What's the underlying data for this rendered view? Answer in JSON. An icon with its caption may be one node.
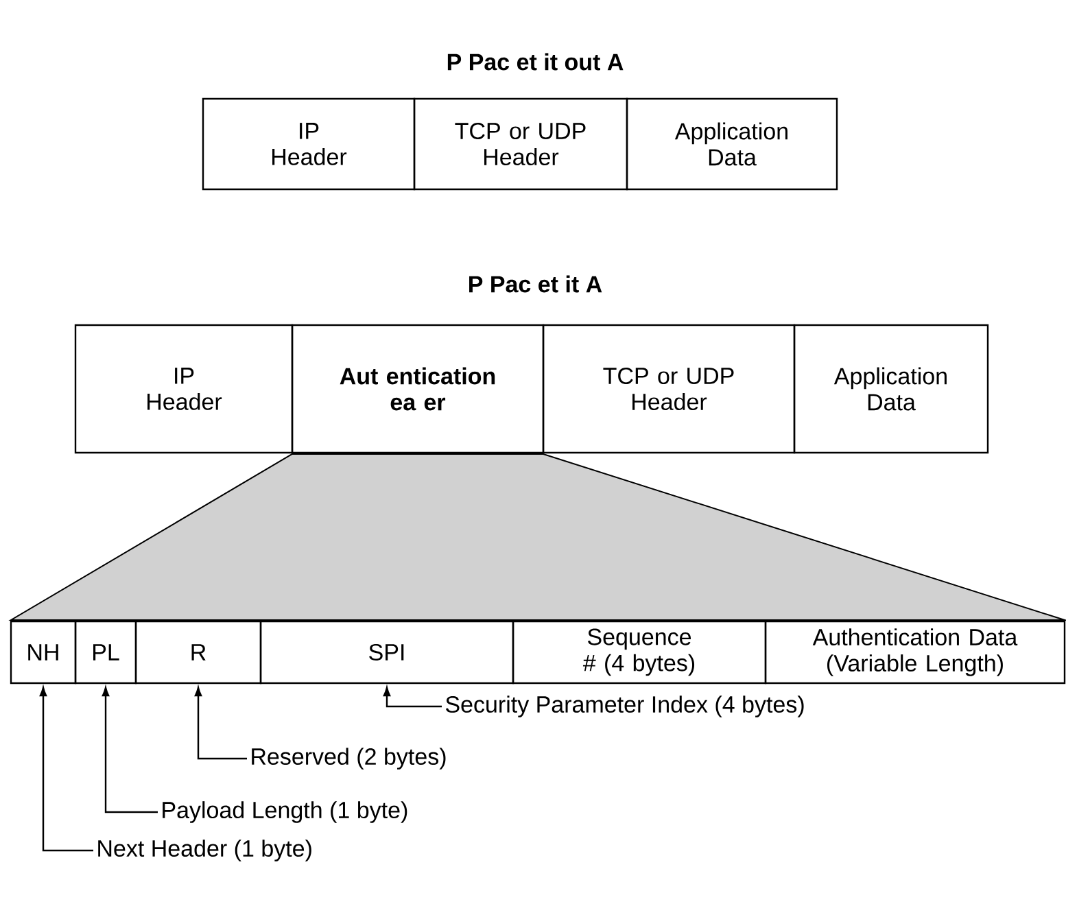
{
  "diagram": {
    "nodes": [
      {
        "text": [
          "IP Header"
        ]
      },
      {
        "text": [
          "TCP or UDP Header"
        ]
      },
      {
        "text": [
          "Application Data"
        ]
      },
      {
        "text": [
          "IP Header"
        ]
      },
      {
        "text": [
          "Aut entication ea er"
        ]
      },
      {
        "text": [
          "TCP or UDP Header"
        ]
      },
      {
        "text": [
          "Application Data"
        ]
      },
      {
        "text": [
          "NH"
        ]
      },
      {
        "text": [
          "PL"
        ]
      },
      {
        "text": [
          "R"
        ]
      },
      {
        "text": [
          "SPI"
        ]
      },
      {
        "text": [
          "Sequence # (4 bytes)"
        ]
      },
      {
        "text": [
          "Authentication Data (Variable Length)"
        ]
      },
      {
        "text": [
          "Security Parameter Index (4 bytes)"
        ]
      },
      {
        "text": [
          "Reserved (2 bytes)"
        ]
      },
      {
        "text": [
          "Payload Length (1 byte)"
        ]
      },
      {
        "text": [
          "Next Header (1 byte)"
        ]
      }
    ],
    "edges": [
      {
        "from": 13,
        "to": 10,
        "arrow": "to"
      },
      {
        "from": 14,
        "to": 9,
        "arrow": "to"
      },
      {
        "from": 15,
        "to": 8,
        "arrow": "to"
      },
      {
        "from": 16,
        "to": 7,
        "arrow": "to"
      }
    ],
    "labels": [
      "P Pac et it out A",
      "P Pac et it A"
    ]
  }
}
